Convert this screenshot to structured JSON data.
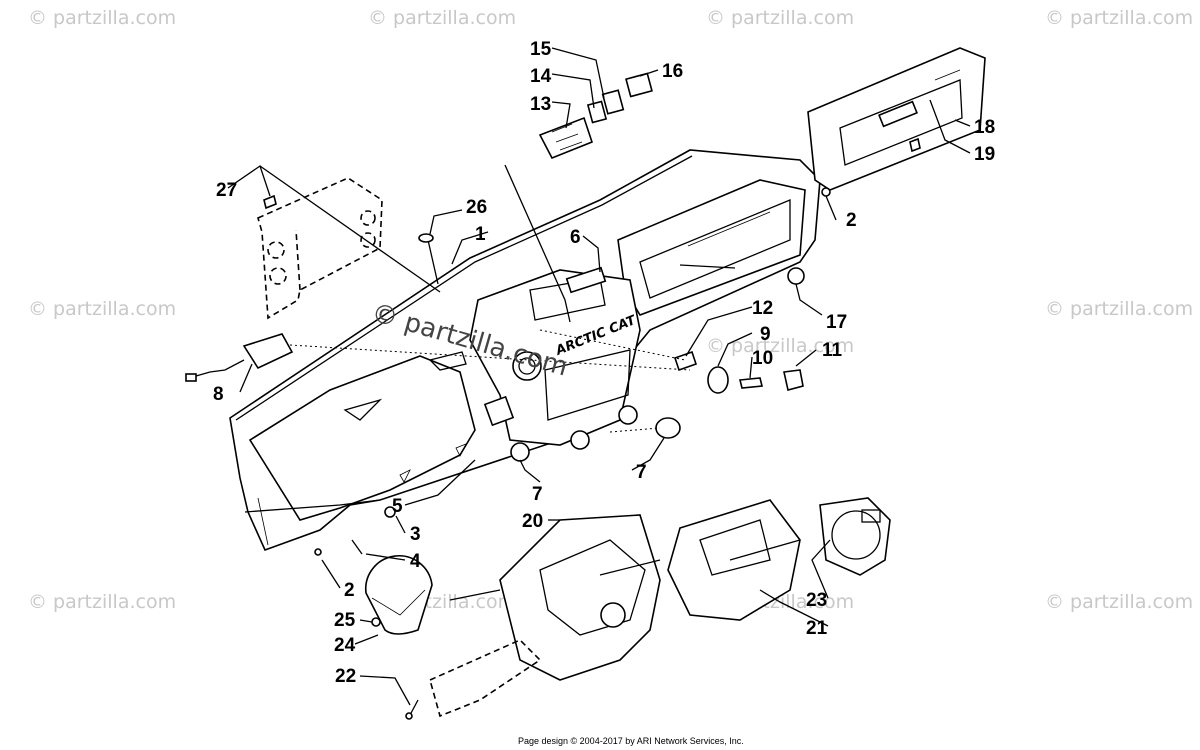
{
  "watermark": {
    "text": "© partzilla.com",
    "center_text": "© partzilla.com"
  },
  "brand_decal": "ARCTIC CAT",
  "callouts": [
    "1",
    "2",
    "2",
    "3",
    "4",
    "5",
    "6",
    "7",
    "7",
    "8",
    "9",
    "10",
    "11",
    "12",
    "13",
    "14",
    "15",
    "16",
    "17",
    "18",
    "19",
    "20",
    "21",
    "22",
    "23",
    "24",
    "25",
    "26",
    "27"
  ],
  "footer": "Page design © 2004-2017 by ARI Network Services, Inc."
}
